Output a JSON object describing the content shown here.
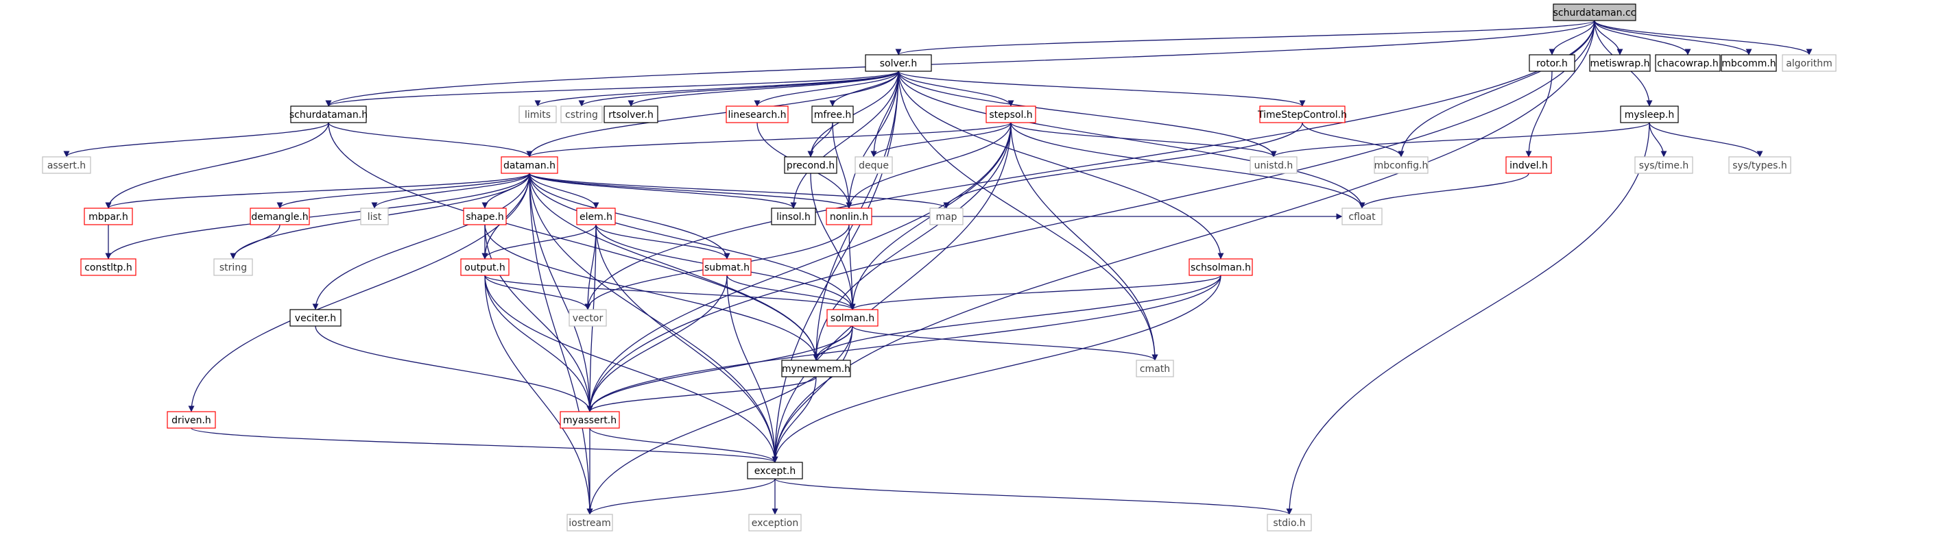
{
  "colors": {
    "root_fill": "#bfbfbf",
    "node_fill": "#ffffff",
    "border_black": "#000000",
    "border_red": "#ff0000",
    "border_gray": "#bfbfbf",
    "edge": "#191970",
    "text": "#000000"
  },
  "diagram": {
    "nodes": [
      {
        "id": "schurdataman_cc",
        "label": "schurdataman.cc",
        "style": "root"
      },
      {
        "id": "solver_h",
        "label": "solver.h",
        "style": "black"
      },
      {
        "id": "rotor_h",
        "label": "rotor.h",
        "style": "black"
      },
      {
        "id": "metiswrap_h",
        "label": "metiswrap.h",
        "style": "black"
      },
      {
        "id": "chacowrap_h",
        "label": "chacowrap.h",
        "style": "black"
      },
      {
        "id": "mbcomm_h",
        "label": "mbcomm.h",
        "style": "black"
      },
      {
        "id": "algorithm",
        "label": "algorithm",
        "style": "gray"
      },
      {
        "id": "schurdataman_h",
        "label": "schurdataman.h",
        "style": "black"
      },
      {
        "id": "limits",
        "label": "limits",
        "style": "gray"
      },
      {
        "id": "cstring",
        "label": "cstring",
        "style": "gray"
      },
      {
        "id": "rtsolver_h",
        "label": "rtsolver.h",
        "style": "black"
      },
      {
        "id": "linesearch_h",
        "label": "linesearch.h",
        "style": "red"
      },
      {
        "id": "mfree_h",
        "label": "mfree.h",
        "style": "black"
      },
      {
        "id": "stepsol_h",
        "label": "stepsol.h",
        "style": "red"
      },
      {
        "id": "timestepcontrol_h",
        "label": "TimeStepControl.h",
        "style": "red"
      },
      {
        "id": "mysleep_h",
        "label": "mysleep.h",
        "style": "black"
      },
      {
        "id": "assert_h",
        "label": "assert.h",
        "style": "gray"
      },
      {
        "id": "dataman_h",
        "label": "dataman.h",
        "style": "red"
      },
      {
        "id": "precond_h",
        "label": "precond.h",
        "style": "black"
      },
      {
        "id": "deque",
        "label": "deque",
        "style": "gray"
      },
      {
        "id": "unistd_h",
        "label": "unistd.h",
        "style": "gray"
      },
      {
        "id": "mbconfig_h",
        "label": "mbconfig.h",
        "style": "gray"
      },
      {
        "id": "indvel_h",
        "label": "indvel.h",
        "style": "red"
      },
      {
        "id": "sys_time_h",
        "label": "sys/time.h",
        "style": "gray"
      },
      {
        "id": "sys_types_h",
        "label": "sys/types.h",
        "style": "gray"
      },
      {
        "id": "mbpar_h",
        "label": "mbpar.h",
        "style": "red"
      },
      {
        "id": "demangle_h",
        "label": "demangle.h",
        "style": "red"
      },
      {
        "id": "list",
        "label": "list",
        "style": "gray"
      },
      {
        "id": "shape_h",
        "label": "shape.h",
        "style": "red"
      },
      {
        "id": "elem_h",
        "label": "elem.h",
        "style": "red"
      },
      {
        "id": "linsol_h",
        "label": "linsol.h",
        "style": "black"
      },
      {
        "id": "nonlin_h",
        "label": "nonlin.h",
        "style": "red"
      },
      {
        "id": "map",
        "label": "map",
        "style": "gray"
      },
      {
        "id": "cfloat",
        "label": "cfloat",
        "style": "gray"
      },
      {
        "id": "string",
        "label": "string",
        "style": "gray"
      },
      {
        "id": "constltp_h",
        "label": "constltp.h",
        "style": "red"
      },
      {
        "id": "output_h",
        "label": "output.h",
        "style": "red"
      },
      {
        "id": "submat_h",
        "label": "submat.h",
        "style": "red"
      },
      {
        "id": "schsolman_h",
        "label": "schsolman.h",
        "style": "red"
      },
      {
        "id": "vector",
        "label": "vector",
        "style": "gray"
      },
      {
        "id": "veciter_h",
        "label": "veciter.h",
        "style": "black"
      },
      {
        "id": "solman_h",
        "label": "solman.h",
        "style": "red"
      },
      {
        "id": "cmath",
        "label": "cmath",
        "style": "gray"
      },
      {
        "id": "mynewmem_h",
        "label": "mynewmem.h",
        "style": "black"
      },
      {
        "id": "driven_h",
        "label": "driven.h",
        "style": "red"
      },
      {
        "id": "myassert_h",
        "label": "myassert.h",
        "style": "red"
      },
      {
        "id": "except_h",
        "label": "except.h",
        "style": "black"
      },
      {
        "id": "iostream",
        "label": "iostream",
        "style": "gray"
      },
      {
        "id": "exception",
        "label": "exception",
        "style": "gray"
      },
      {
        "id": "stdio_h",
        "label": "stdio.h",
        "style": "gray"
      }
    ],
    "edges": [
      [
        "schurdataman_cc",
        "solver_h"
      ],
      [
        "schurdataman_cc",
        "rotor_h"
      ],
      [
        "schurdataman_cc",
        "metiswrap_h"
      ],
      [
        "schurdataman_cc",
        "chacowrap_h"
      ],
      [
        "schurdataman_cc",
        "mbcomm_h"
      ],
      [
        "schurdataman_cc",
        "algorithm"
      ],
      [
        "schurdataman_cc",
        "schurdataman_h"
      ],
      [
        "schurdataman_cc",
        "mysleep_h"
      ],
      [
        "schurdataman_cc",
        "mbconfig_h"
      ],
      [
        "schurdataman_cc",
        "except_h"
      ],
      [
        "schurdataman_cc",
        "myassert_h"
      ],
      [
        "schurdataman_cc",
        "vector"
      ],
      [
        "solver_h",
        "schurdataman_h"
      ],
      [
        "solver_h",
        "limits"
      ],
      [
        "solver_h",
        "cstring"
      ],
      [
        "solver_h",
        "rtsolver_h"
      ],
      [
        "solver_h",
        "linesearch_h"
      ],
      [
        "solver_h",
        "mfree_h"
      ],
      [
        "solver_h",
        "stepsol_h"
      ],
      [
        "solver_h",
        "timestepcontrol_h"
      ],
      [
        "solver_h",
        "dataman_h"
      ],
      [
        "solver_h",
        "precond_h"
      ],
      [
        "solver_h",
        "deque"
      ],
      [
        "solver_h",
        "unistd_h"
      ],
      [
        "solver_h",
        "cfloat"
      ],
      [
        "solver_h",
        "linsol_h"
      ],
      [
        "solver_h",
        "nonlin_h"
      ],
      [
        "solver_h",
        "schsolman_h"
      ],
      [
        "solver_h",
        "mynewmem_h"
      ],
      [
        "solver_h",
        "cmath"
      ],
      [
        "solver_h",
        "except_h"
      ],
      [
        "rotor_h",
        "indvel_h"
      ],
      [
        "mysleep_h",
        "unistd_h"
      ],
      [
        "mysleep_h",
        "sys_time_h"
      ],
      [
        "mysleep_h",
        "sys_types_h"
      ],
      [
        "mysleep_h",
        "stdio_h"
      ],
      [
        "schurdataman_h",
        "assert_h"
      ],
      [
        "schurdataman_h",
        "dataman_h"
      ],
      [
        "schurdataman_h",
        "mbpar_h"
      ],
      [
        "schurdataman_h",
        "mynewmem_h"
      ],
      [
        "linesearch_h",
        "nonlin_h"
      ],
      [
        "mfree_h",
        "precond_h"
      ],
      [
        "mfree_h",
        "nonlin_h"
      ],
      [
        "stepsol_h",
        "dataman_h"
      ],
      [
        "stepsol_h",
        "deque"
      ],
      [
        "stepsol_h",
        "unistd_h"
      ],
      [
        "stepsol_h",
        "nonlin_h"
      ],
      [
        "stepsol_h",
        "solman_h"
      ],
      [
        "stepsol_h",
        "mynewmem_h"
      ],
      [
        "stepsol_h",
        "cmath"
      ],
      [
        "stepsol_h",
        "cfloat"
      ],
      [
        "stepsol_h",
        "myassert_h"
      ],
      [
        "stepsol_h",
        "except_h"
      ],
      [
        "timestepcontrol_h",
        "mbconfig_h"
      ],
      [
        "timestepcontrol_h",
        "map"
      ],
      [
        "indvel_h",
        "cfloat"
      ],
      [
        "precond_h",
        "solman_h"
      ],
      [
        "dataman_h",
        "mbpar_h"
      ],
      [
        "dataman_h",
        "demangle_h"
      ],
      [
        "dataman_h",
        "list"
      ],
      [
        "dataman_h",
        "shape_h"
      ],
      [
        "dataman_h",
        "elem_h"
      ],
      [
        "dataman_h",
        "linsol_h"
      ],
      [
        "dataman_h",
        "nonlin_h"
      ],
      [
        "dataman_h",
        "map"
      ],
      [
        "dataman_h",
        "string"
      ],
      [
        "dataman_h",
        "constltp_h"
      ],
      [
        "dataman_h",
        "output_h"
      ],
      [
        "dataman_h",
        "submat_h"
      ],
      [
        "dataman_h",
        "solman_h"
      ],
      [
        "dataman_h",
        "veciter_h"
      ],
      [
        "dataman_h",
        "mynewmem_h"
      ],
      [
        "dataman_h",
        "driven_h"
      ],
      [
        "dataman_h",
        "myassert_h"
      ],
      [
        "dataman_h",
        "except_h"
      ],
      [
        "dataman_h",
        "iostream"
      ],
      [
        "mbpar_h",
        "constltp_h"
      ],
      [
        "demangle_h",
        "string"
      ],
      [
        "shape_h",
        "output_h"
      ],
      [
        "shape_h",
        "mynewmem_h"
      ],
      [
        "shape_h",
        "myassert_h"
      ],
      [
        "elem_h",
        "output_h"
      ],
      [
        "elem_h",
        "submat_h"
      ],
      [
        "elem_h",
        "solman_h"
      ],
      [
        "elem_h",
        "vector"
      ],
      [
        "elem_h",
        "myassert_h"
      ],
      [
        "elem_h",
        "except_h"
      ],
      [
        "nonlin_h",
        "solman_h"
      ],
      [
        "nonlin_h",
        "cfloat"
      ],
      [
        "nonlin_h",
        "vector"
      ],
      [
        "output_h",
        "vector"
      ],
      [
        "output_h",
        "solman_h"
      ],
      [
        "output_h",
        "myassert_h"
      ],
      [
        "output_h",
        "except_h"
      ],
      [
        "output_h",
        "iostream"
      ],
      [
        "submat_h",
        "solman_h"
      ],
      [
        "submat_h",
        "myassert_h"
      ],
      [
        "submat_h",
        "except_h"
      ],
      [
        "schsolman_h",
        "solman_h"
      ],
      [
        "schsolman_h",
        "mynewmem_h"
      ],
      [
        "schsolman_h",
        "myassert_h"
      ],
      [
        "schsolman_h",
        "except_h"
      ],
      [
        "veciter_h",
        "myassert_h"
      ],
      [
        "solman_h",
        "mynewmem_h"
      ],
      [
        "solman_h",
        "cmath"
      ],
      [
        "solman_h",
        "myassert_h"
      ],
      [
        "solman_h",
        "except_h"
      ],
      [
        "solman_h",
        "iostream"
      ],
      [
        "mynewmem_h",
        "myassert_h"
      ],
      [
        "mynewmem_h",
        "except_h"
      ],
      [
        "driven_h",
        "except_h"
      ],
      [
        "myassert_h",
        "except_h"
      ],
      [
        "myassert_h",
        "iostream"
      ],
      [
        "except_h",
        "iostream"
      ],
      [
        "except_h",
        "exception"
      ],
      [
        "except_h",
        "stdio_h"
      ]
    ]
  }
}
